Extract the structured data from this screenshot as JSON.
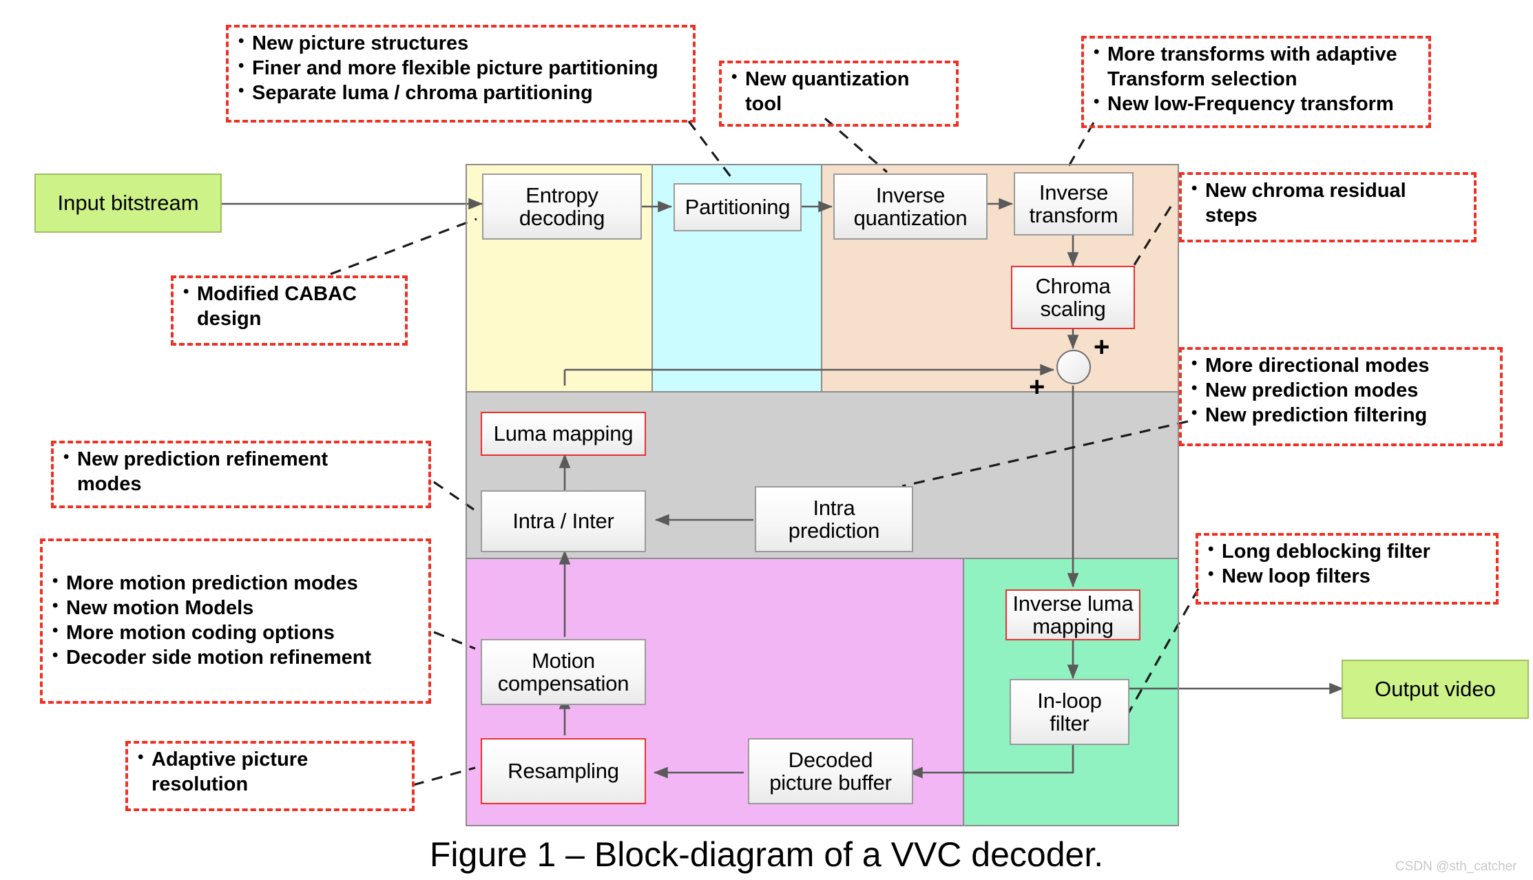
{
  "figure": {
    "caption": "Figure 1 – Block-diagram of a VVC decoder.",
    "watermark": "CSDN @sth_catcher"
  },
  "terminals": {
    "input": "Input bitstream",
    "output": "Output video"
  },
  "blocks": {
    "entropy_decoding": "Entropy\ndecoding",
    "partitioning": "Partitioning",
    "inverse_quantization": "Inverse\nquantization",
    "inverse_transform": "Inverse\ntransform",
    "chroma_scaling": "Chroma\nscaling",
    "luma_mapping": "Luma mapping",
    "intra_inter": "Intra / Inter",
    "intra_prediction": "Intra\nprediction",
    "motion_compensation": "Motion\ncompensation",
    "resampling": "Resampling",
    "decoded_picture_buffer": "Decoded\npicture buffer",
    "inverse_luma_mapping": "Inverse luma\nmapping",
    "in_loop_filter": "In-loop\nfilter"
  },
  "adder": {
    "plus_top": "+",
    "plus_left": "+"
  },
  "callouts": {
    "picture_structures": {
      "items": [
        "New picture structures",
        "Finer and more flexible picture partitioning",
        "Separate luma / chroma partitioning"
      ]
    },
    "quantization": {
      "items": [
        "New quantization\ntool"
      ]
    },
    "transforms": {
      "items": [
        "More transforms with adaptive\nTransform selection",
        "New low-Frequency  transform"
      ]
    },
    "chroma_residual": {
      "items": [
        "New chroma residual\nsteps"
      ]
    },
    "cabac": {
      "items": [
        "Modified CABAC\ndesign"
      ]
    },
    "prediction_modes": {
      "items": [
        "More directional modes",
        "New prediction modes",
        "New prediction filtering"
      ]
    },
    "prediction_refinement": {
      "items": [
        "New prediction refinement\nmodes"
      ]
    },
    "motion": {
      "items": [
        "More motion prediction modes",
        "New motion Models",
        "More motion coding options",
        "Decoder side motion refinement"
      ]
    },
    "loop_filters": {
      "items": [
        "Long deblocking filter",
        "New loop filters"
      ]
    },
    "adaptive_resolution": {
      "items": [
        "Adaptive picture\nresolution"
      ]
    }
  },
  "colors": {
    "callout_border": "#ee3124",
    "region_yellow": "#fffacc",
    "region_cyan": "#cbfcff",
    "region_orange": "#f7e0cb",
    "region_gray": "#cfcfcf",
    "region_magenta": "#f3b6f5",
    "region_green": "#8ff2c0",
    "terminal_green": "#cdf288",
    "highlight_red": "#ec2f2f",
    "connector_gray": "#5a5a5a"
  }
}
